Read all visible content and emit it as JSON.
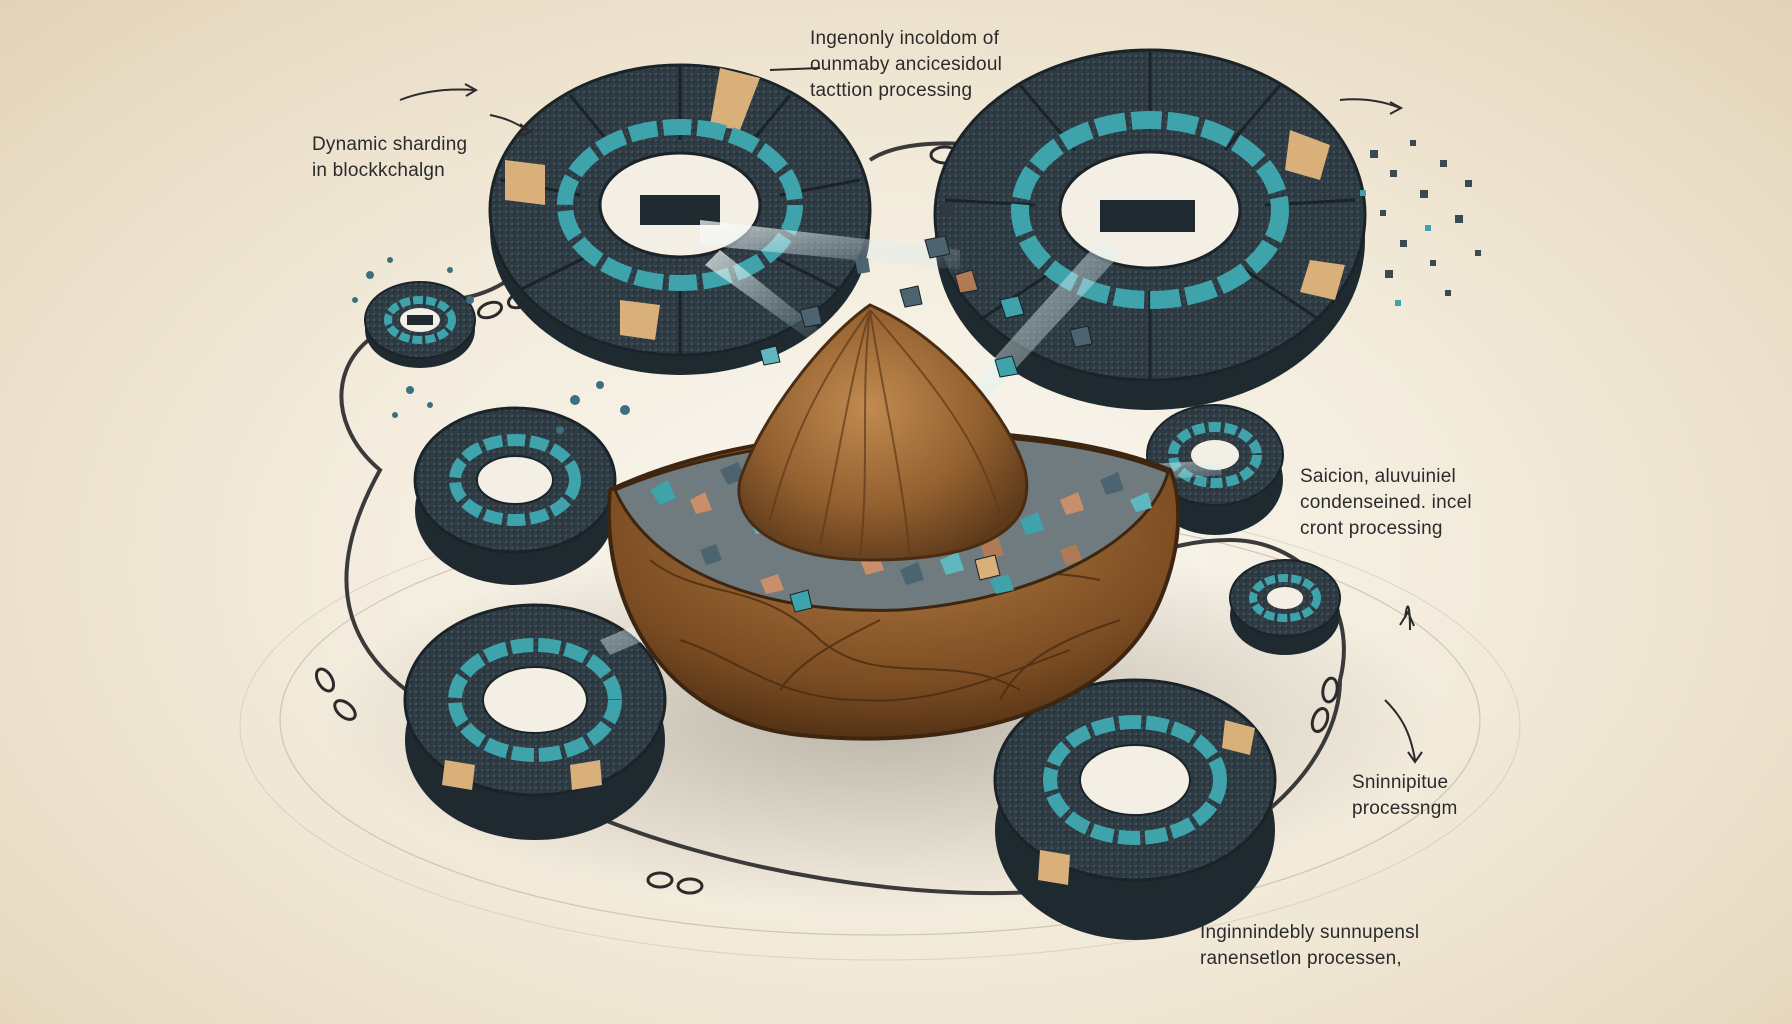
{
  "labels": {
    "top_center": {
      "line1": "Ingenonly incoldom of",
      "line2": "ounmaby ancicesidoul",
      "line3": "tacttion processing"
    },
    "top_left": {
      "line1": "Dynamic sharding",
      "line2": "in blockkchalgn"
    },
    "right_middle": {
      "line1": "Saicion, aluvuiniel",
      "line2": "condenseined. incel",
      "line3": "cront processing"
    },
    "right_lower": {
      "line1": "Sninnipitue",
      "line2": "processngm"
    },
    "bottom_right": {
      "line1": "Inginnindebly sunnupensl",
      "line2": "ranensetlon processen,"
    }
  },
  "colors": {
    "background": "#f3ecdd",
    "shard_dark": "#2e3a40",
    "shard_teal": "#3fa3ac",
    "shard_tan": "#d9b07a",
    "walnut_shell": "#8a5a2b",
    "walnut_kernel": "#a46f3a",
    "chain": "#3a3a3a"
  },
  "icons": [
    "shard-ring-icon",
    "walnut-icon",
    "chain-icon",
    "arrow-icon"
  ]
}
